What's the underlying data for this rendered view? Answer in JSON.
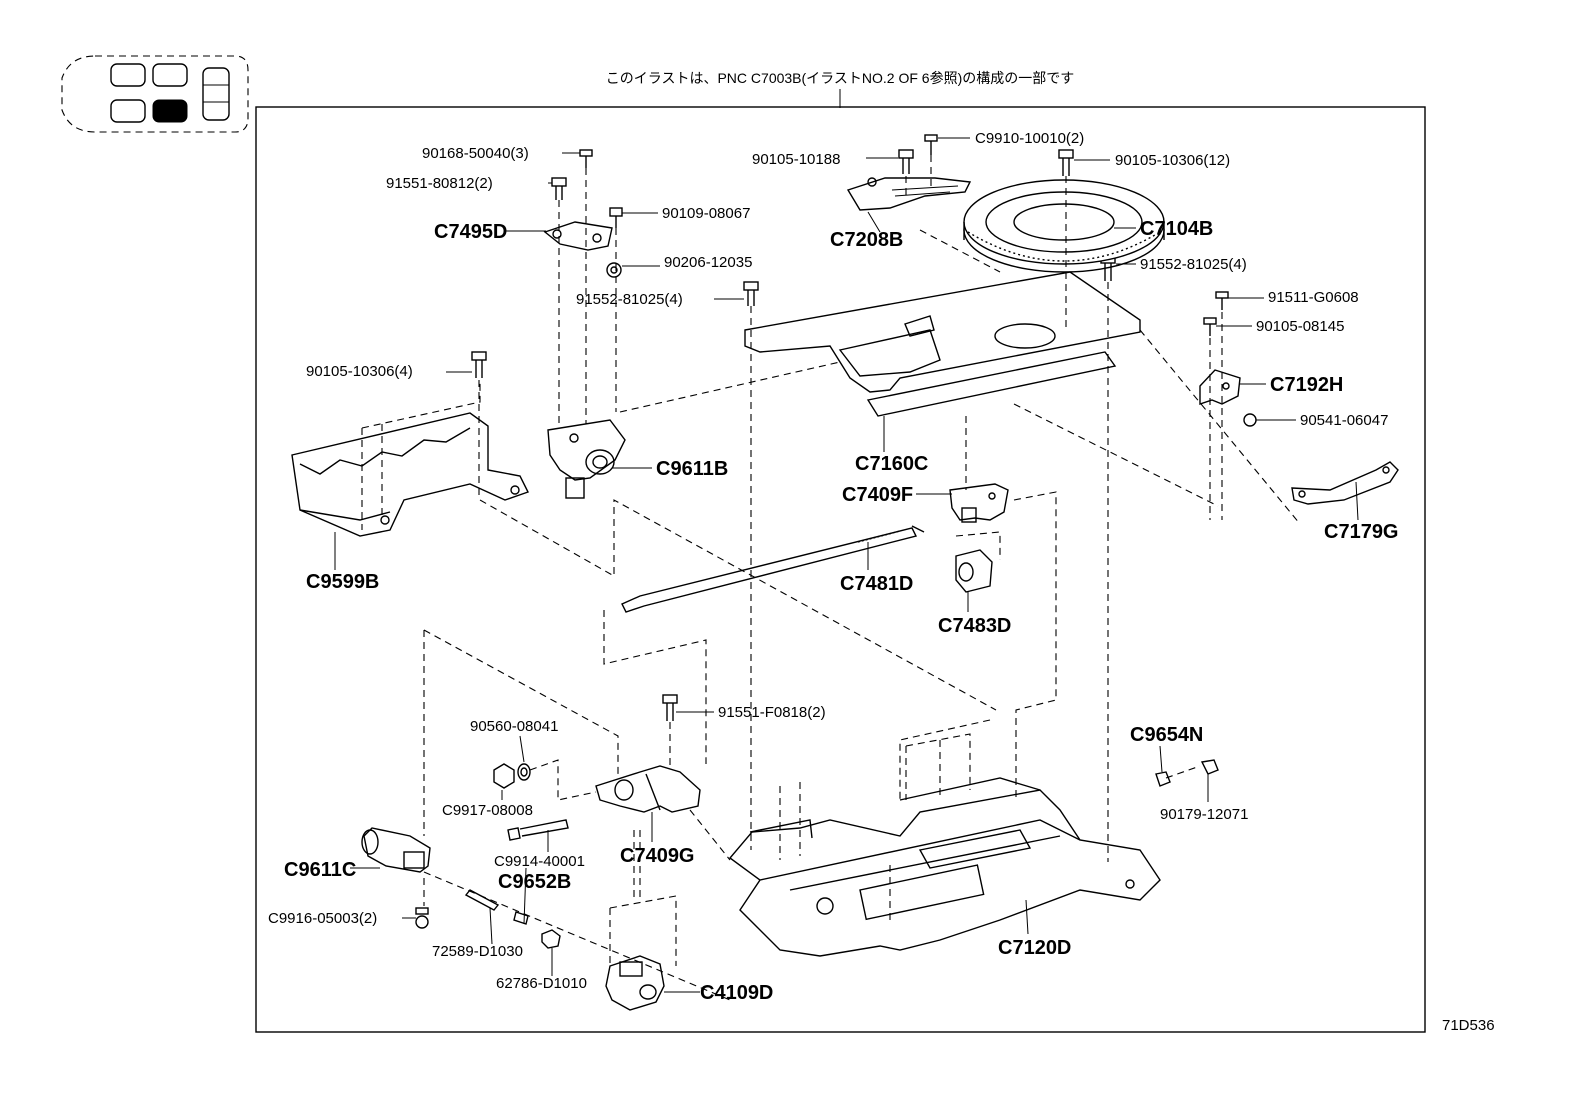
{
  "caption": "このイラストは、PNC C7003B(イラストNO.2 OF 6参照)の構成の一部です",
  "figure_id": "71D536",
  "labels": {
    "l01": "90168-50040(3)",
    "l02": "91551-80812(2)",
    "l03": "C7495D",
    "l04": "90109-08067",
    "l05": "90206-12035",
    "l06": "91552-81025(4)",
    "l07": "90105-10306(4)",
    "l08": "C9611B",
    "l09": "C9599B",
    "l10": "90105-10188",
    "l11": "C9910-10010(2)",
    "l12": "90105-10306(12)",
    "l13": "C7208B",
    "l14": "C7104B",
    "l15": "91552-81025(4)",
    "l16": "91511-G0608",
    "l17": "90105-08145",
    "l18": "C7192H",
    "l19": "90541-06047",
    "l20": "C7160C",
    "l21": "C7409F",
    "l22": "C7179G",
    "l23": "C7481D",
    "l24": "C7483D",
    "l25": "91551-F0818(2)",
    "l26": "90560-08041",
    "l27": "C9917-08008",
    "l28": "C9914-40001",
    "l29": "C7409G",
    "l30": "C9652B",
    "l31": "C9611C",
    "l32": "C9916-05003(2)",
    "l33": "72589-D1030",
    "l34": "62786-D1010",
    "l35": "C4109D",
    "l36": "C9654N",
    "l37": "90179-12071",
    "l38": "C7120D"
  }
}
